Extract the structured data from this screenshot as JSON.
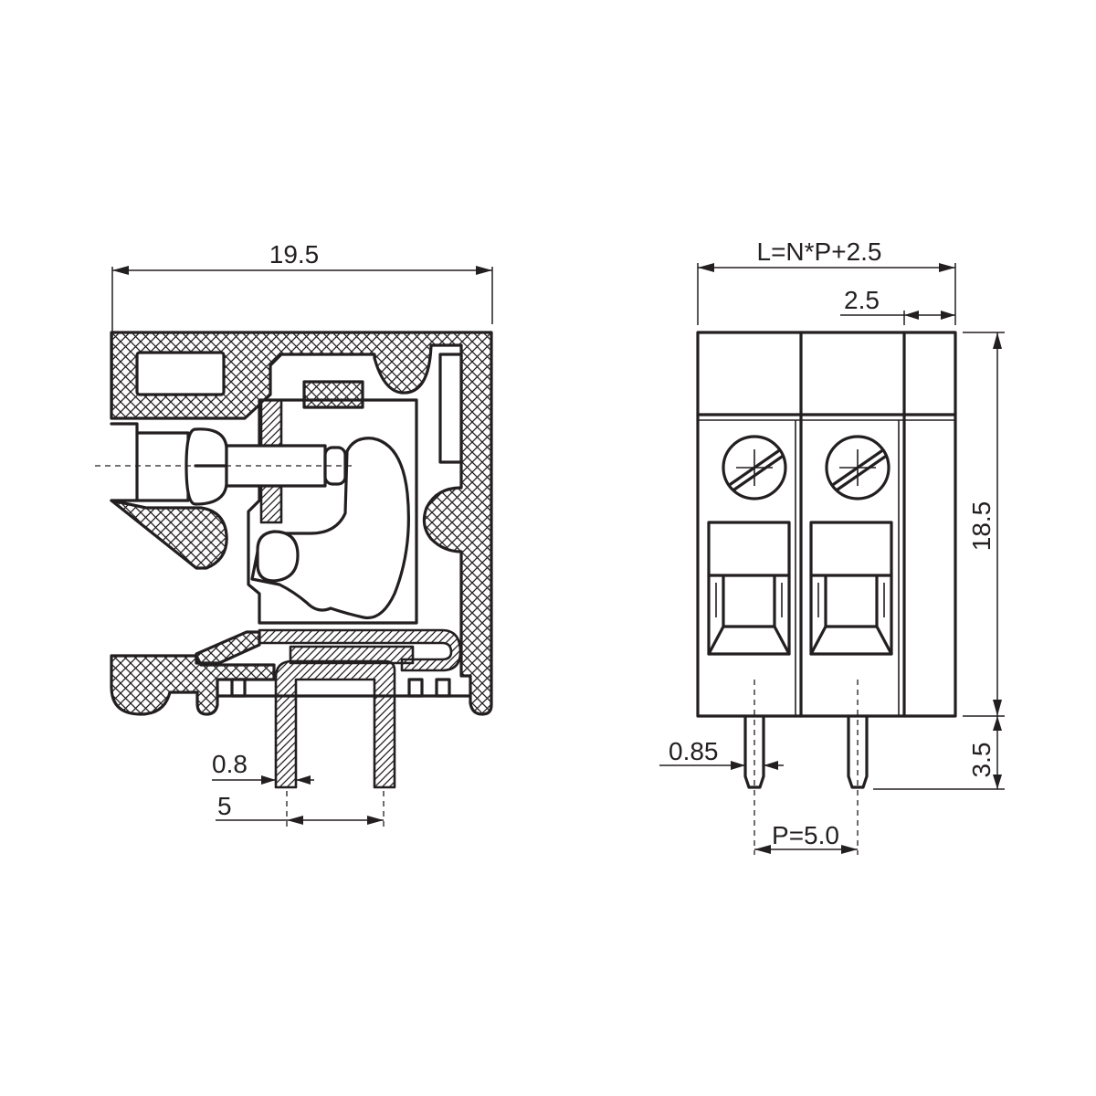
{
  "side_view": {
    "width_label": "19.5",
    "pin_thickness_label": "0.8",
    "pin_spacing_label": "5"
  },
  "front_view": {
    "length_formula_label": "L=N*P+2.5",
    "end_width_label": "2.5",
    "height_label": "18.5",
    "pin_length_label": "3.5",
    "pin_diameter_label": "0.85",
    "pitch_label": "P=5.0",
    "poles": 2
  },
  "colors": {
    "line": "#231f20",
    "background": "#ffffff"
  }
}
